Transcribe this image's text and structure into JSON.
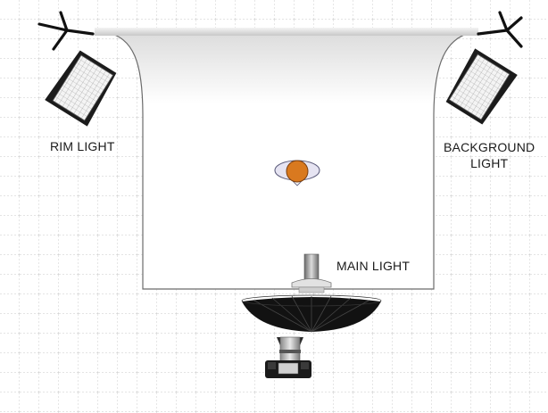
{
  "labels": {
    "rim_light": "RIM LIGHT",
    "main_light": "MAIN LIGHT",
    "background_light_line1": "BACKGROUND",
    "background_light_line2": "LIGHT"
  },
  "colors": {
    "grid": "#b8b8b8",
    "backdrop_shade": "#dcdcdc",
    "subject": "#d9791f",
    "umbrella": "#111111",
    "stand": "#111111"
  },
  "icons": {
    "rim_stand": "tripod-stand-icon",
    "background_stand": "tripod-stand-icon",
    "rim_softbox": "softbox-icon",
    "background_softbox": "softbox-icon",
    "subject": "person-topview-icon",
    "main_light": "umbrella-light-icon",
    "camera": "camera-icon"
  }
}
